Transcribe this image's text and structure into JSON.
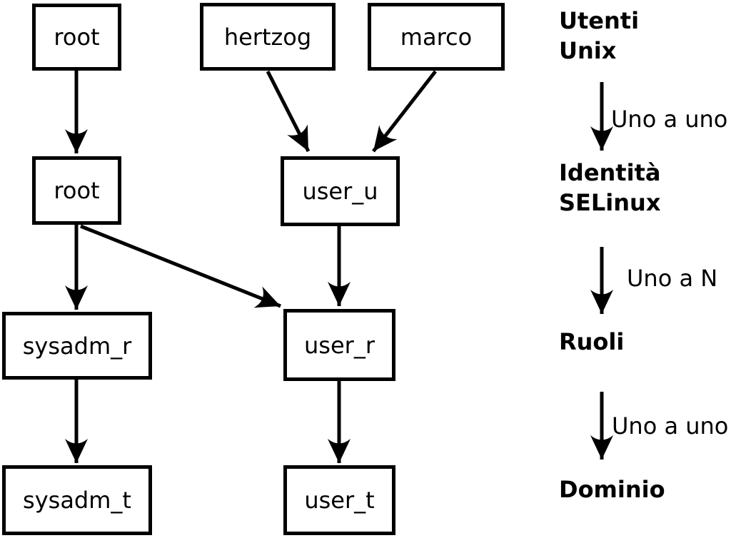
{
  "colors": {
    "background": "#ffffff",
    "line": "#000000",
    "text": "#000000"
  },
  "diagram": {
    "nodes": [
      {
        "id": "unix-root",
        "label": "root"
      },
      {
        "id": "unix-hertzog",
        "label": "hertzog"
      },
      {
        "id": "unix-marco",
        "label": "marco"
      },
      {
        "id": "selinux-root",
        "label": "root"
      },
      {
        "id": "selinux-user-u",
        "label": "user_u"
      },
      {
        "id": "role-sysadm-r",
        "label": "sysadm_r"
      },
      {
        "id": "role-user-r",
        "label": "user_r"
      },
      {
        "id": "domain-sysadm-t",
        "label": "sysadm_t"
      },
      {
        "id": "domain-user-t",
        "label": "user_t"
      }
    ],
    "legend": {
      "levels": [
        {
          "lines": [
            "Utenti",
            "Unix"
          ]
        },
        {
          "lines": [
            "Identità",
            "SELinux"
          ]
        },
        {
          "lines": [
            "Ruoli"
          ]
        },
        {
          "lines": [
            "Dominio"
          ]
        }
      ],
      "relations": [
        {
          "label": "Uno a uno"
        },
        {
          "label": "Uno a N"
        },
        {
          "label": "Uno a uno"
        }
      ]
    }
  }
}
